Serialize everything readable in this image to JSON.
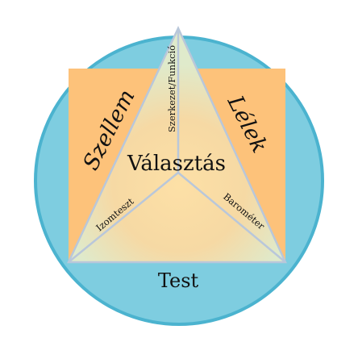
{
  "diagram": {
    "top_label_left": "Szellem",
    "top_label_right": "Lélek",
    "center_label": "Választás",
    "bottom_label": "Test",
    "spoke_top": "Szerkezet/Funkció",
    "spoke_left": "Izomteszt",
    "spoke_right": "Barométer"
  },
  "colors": {
    "circle_fill": "#7ecde0",
    "circle_stroke": "#4bb3cf",
    "square_fill": "#fdc27a",
    "triangle_light": "#e6ebc4",
    "triangle_warm": "#f7d9a3",
    "edge": "#b9c7da",
    "text": "#111111"
  }
}
